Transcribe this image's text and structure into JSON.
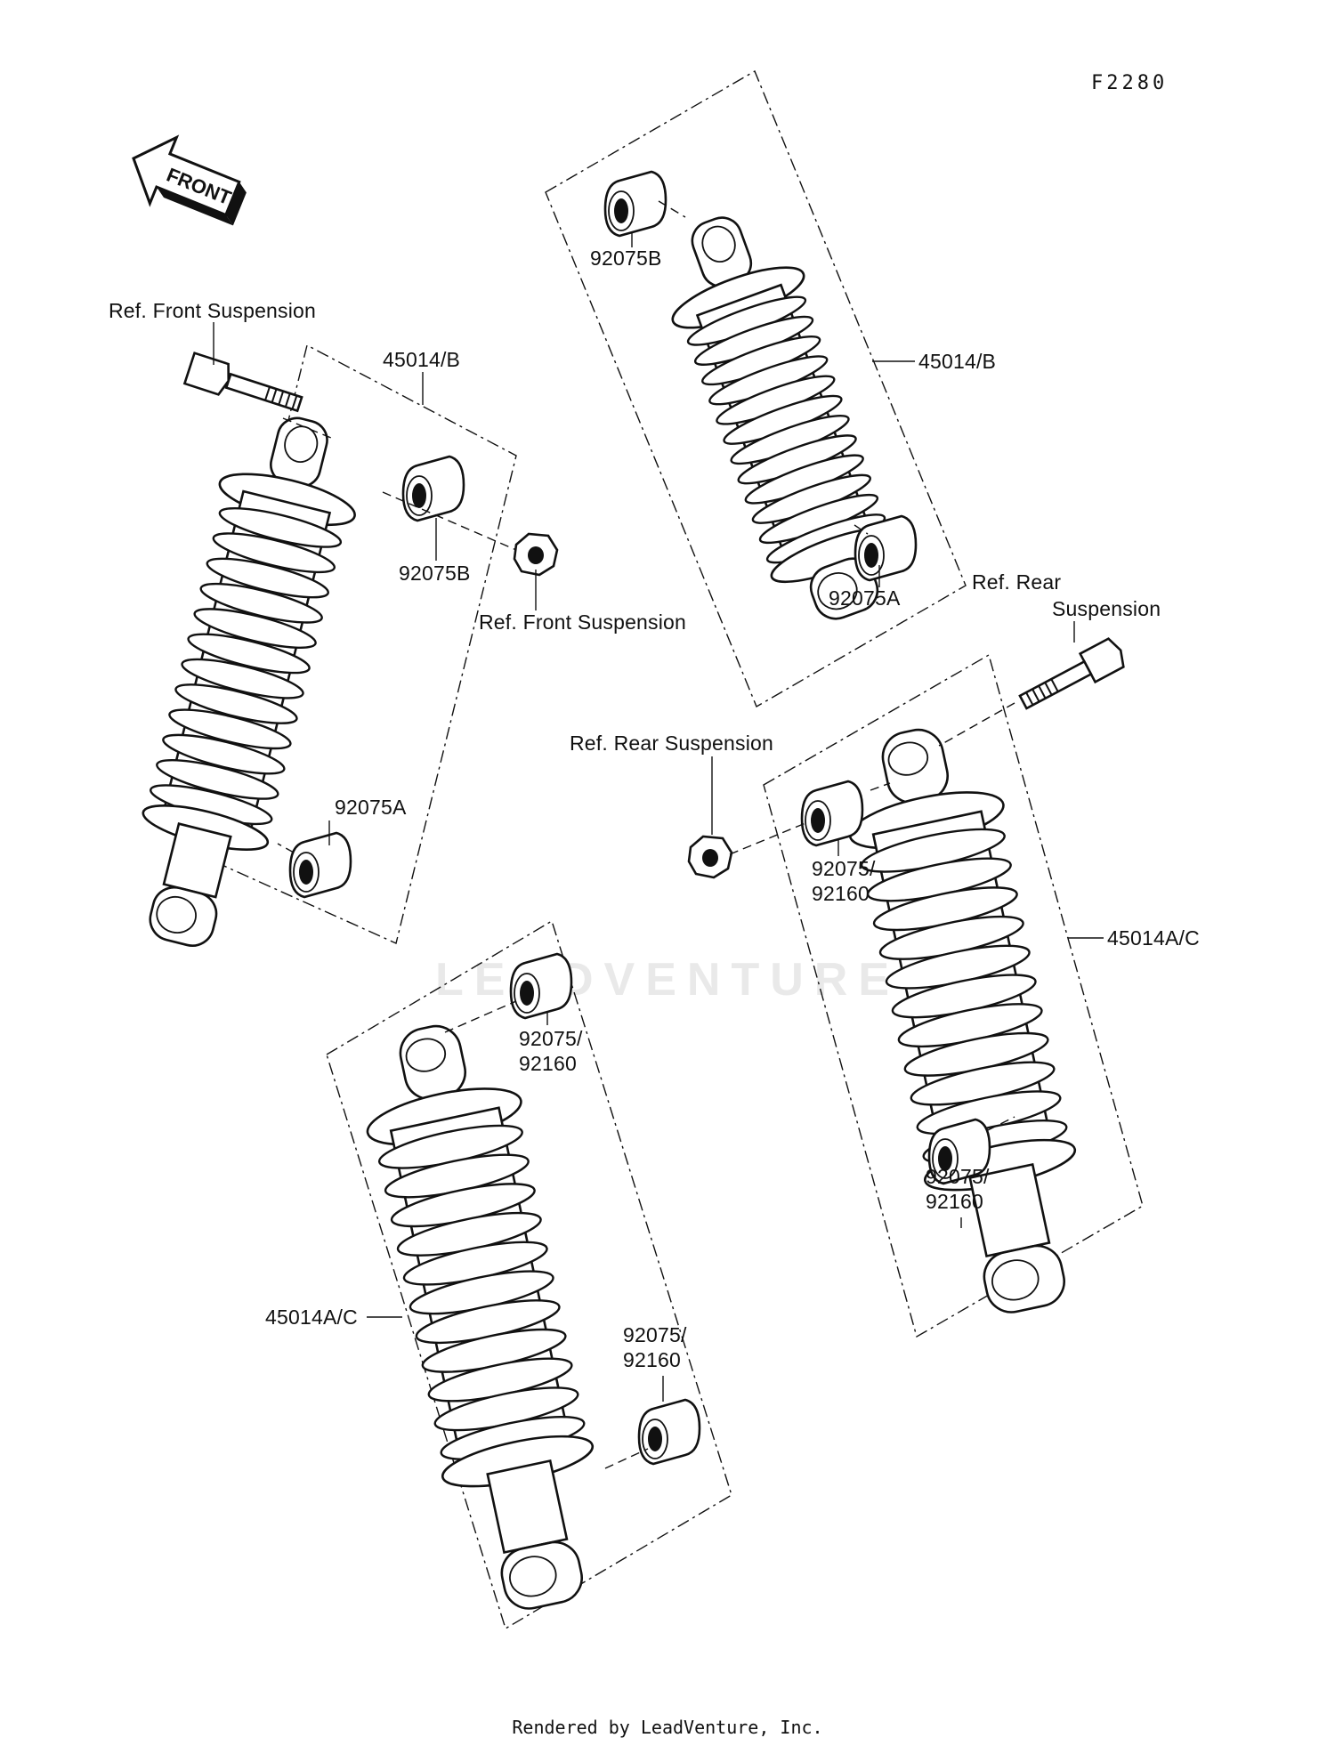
{
  "diagram_code": "F2280",
  "front_arrow": {
    "label": "FRONT"
  },
  "watermark": "LEADVENTURE",
  "footer": "Rendered by LeadVenture, Inc.",
  "labels": {
    "ref_front_suspension_top": "Ref. Front Suspension",
    "ref_front_suspension_mid": "Ref. Front Suspension",
    "ref_rear_suspension_line1": "Ref. Rear",
    "ref_rear_suspension_line2": "Suspension",
    "ref_rear_suspension_center": "Ref. Rear Suspension",
    "part_45014b_left": "45014/B",
    "part_45014b_top": "45014/B",
    "part_92075b_left": "92075B",
    "part_92075b_top": "92075B",
    "part_92075a_left": "92075A",
    "part_92075a_top": "92075A",
    "part_45014ac_right": "45014A/C",
    "part_45014ac_bottom": "45014A/C",
    "bush_right_top_1": "92075/",
    "bush_right_top_2": "92160",
    "bush_right_bottom_1": "92075/",
    "bush_right_bottom_2": "92160",
    "bush_bottom_top_1": "92075/",
    "bush_bottom_top_2": "92160",
    "bush_bottom_bottom_1": "92075/",
    "bush_bottom_bottom_2": "92160"
  }
}
